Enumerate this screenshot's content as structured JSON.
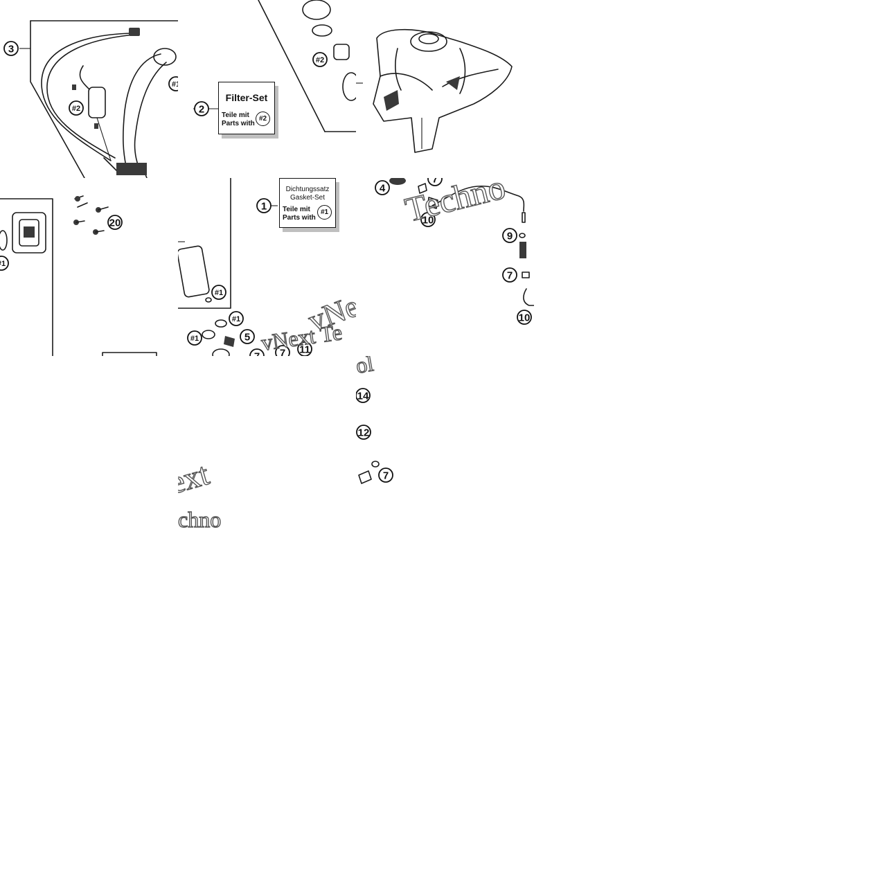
{
  "boxes": {
    "filter_set": {
      "title": "Filter-Set",
      "line1": "Teile mit",
      "line2": "Parts with",
      "badge": "#2"
    },
    "gasket_set": {
      "title1": "Dichtungssatz",
      "title2": "Gasket-Set",
      "line1": "Teile mit",
      "line2": "Parts with",
      "badge": "#1"
    }
  },
  "callouts": {
    "c1": "1",
    "c2": "2",
    "c3": "3",
    "c4": "4",
    "c5": "5",
    "c7": "7",
    "c9": "9",
    "c10": "10",
    "c11": "11",
    "c12": "12",
    "c14": "14",
    "c20": "20",
    "h1": "#1",
    "h2": "#2"
  },
  "watermark": {
    "tech": "Techno",
    "vnext": "vNext Te",
    "vn": "vNe",
    "frag_ext": "ext",
    "frag_chn": "chno",
    "frag_or": "ol"
  }
}
